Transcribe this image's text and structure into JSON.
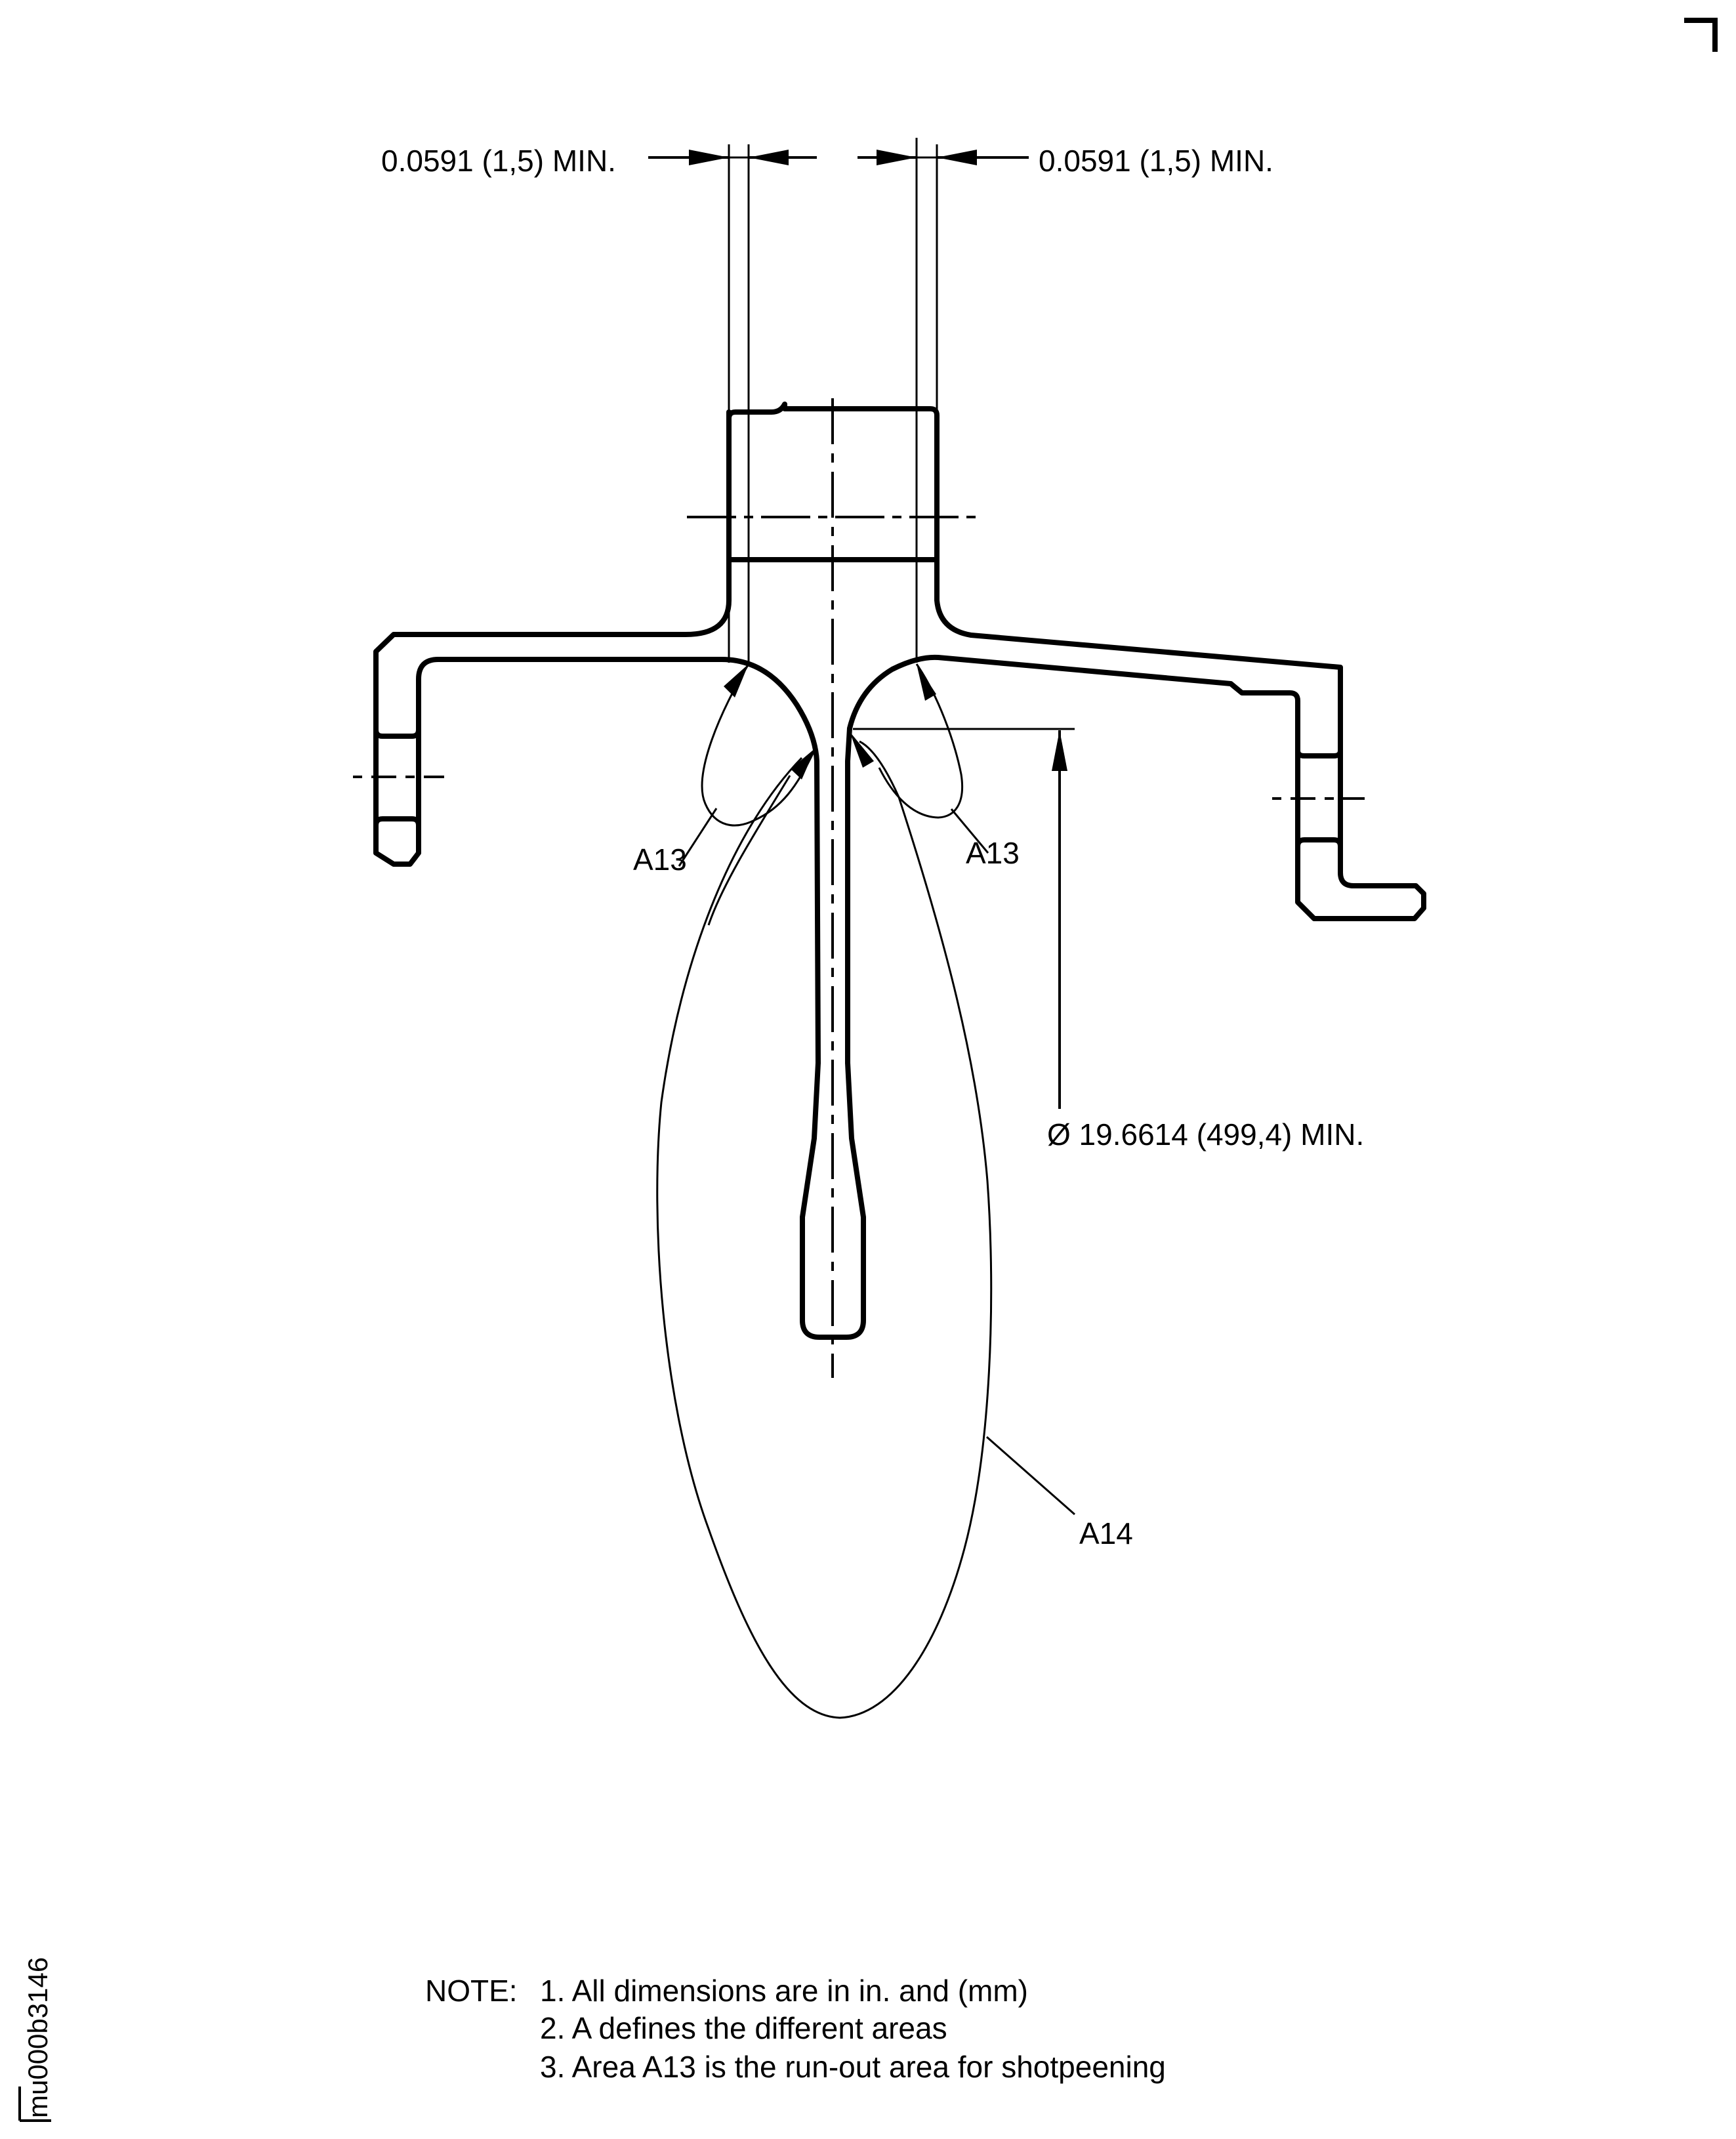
{
  "drawing": {
    "dimensions": {
      "left_gap": "0.0591 (1,5) MIN.",
      "right_gap": "0.0591 (1,5) MIN.",
      "diameter": "Ø 19.6614 (499,4) MIN."
    },
    "area_labels": {
      "a13_left": "A13",
      "a13_right": "A13",
      "a14": "A14"
    },
    "notes": {
      "heading": "NOTE:",
      "items": [
        "1. All dimensions are in in. and (mm)",
        "2. A defines the different areas",
        "3. Area A13 is the run-out area for shotpeening"
      ]
    },
    "figure_id": "mu000b3146"
  },
  "colors": {
    "line": "#000000",
    "background": "#ffffff"
  }
}
